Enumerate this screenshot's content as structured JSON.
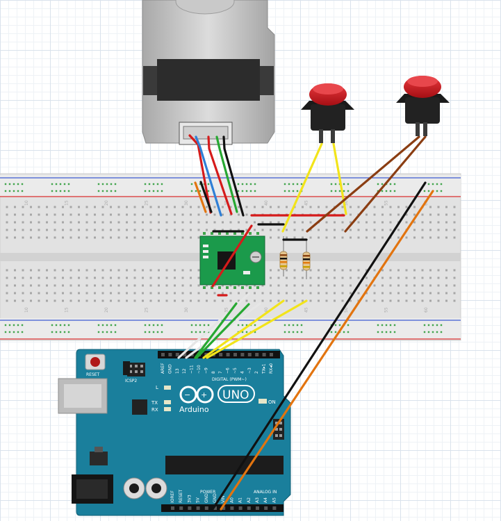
{
  "breadboard": {
    "column_numbers": [
      "10",
      "15",
      "20",
      "25",
      "30",
      "35",
      "40",
      "45",
      "50",
      "55",
      "60"
    ]
  },
  "arduino": {
    "logo_text": "Arduino",
    "model": "UNO",
    "reset_label": "RESET",
    "icsp2_label": "ICSP2",
    "led_l": "L",
    "tx": "TX",
    "rx": "RX",
    "on": "ON",
    "digital_label": "DIGITAL (PWM~)",
    "analog_label": "ANALOG IN",
    "power_label": "POWER",
    "top_pins": [
      "AREF",
      "GND",
      "13",
      "12",
      "~11",
      "~10",
      "~9",
      "8",
      "7",
      "~6",
      "~5",
      "4",
      "~3",
      "2",
      "TX▸1",
      "RX◂0"
    ],
    "bottom_pins": [
      "IOREF",
      "RESET",
      "3V3",
      "5V",
      "GND",
      "GND",
      "VIN",
      "A0",
      "A1",
      "A2",
      "A3",
      "A4",
      "A5"
    ]
  },
  "colors": {
    "wire_black": "#111111",
    "wire_red": "#d51b1b",
    "wire_blue": "#2f7fd6",
    "wire_green": "#27a832",
    "wire_yellow": "#f2e41a",
    "wire_orange": "#e2740f",
    "wire_brown": "#8a3d12",
    "wire_white": "#e6e6e6",
    "arduino_board": "#1a7f9c",
    "driver_board": "#1b9a4b",
    "button_cap": "#c8161c"
  }
}
